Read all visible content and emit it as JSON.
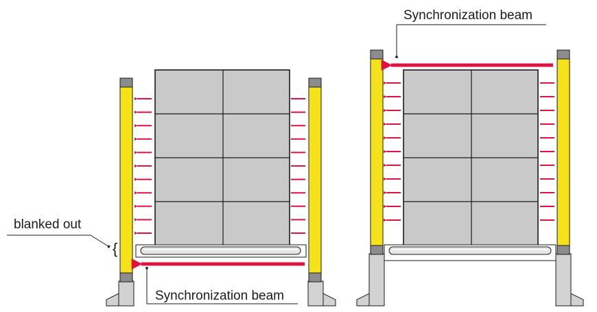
{
  "labels": {
    "blanked_out": "blanked out",
    "sync_beam_left": "Synchronization beam",
    "sync_beam_right": "Synchronization beam"
  },
  "colors": {
    "beam": "#e0103f",
    "curtain_yellow": "#f5e21b",
    "cap_gray": "#8c8c8c",
    "pallet_box": "#c9c9c9",
    "stand_gray": "#d2d2d2",
    "outline": "#1a1a1a"
  },
  "scenes": [
    {
      "name": "left-setup",
      "box_grid": {
        "cols": 2,
        "rows": 4
      },
      "beam_rows": 11,
      "sync_beam_position": "bottom",
      "blanked_zone": true
    },
    {
      "name": "right-setup",
      "box_grid": {
        "cols": 2,
        "rows": 4
      },
      "beam_rows": 11,
      "sync_beam_position": "top",
      "blanked_zone": false
    }
  ]
}
